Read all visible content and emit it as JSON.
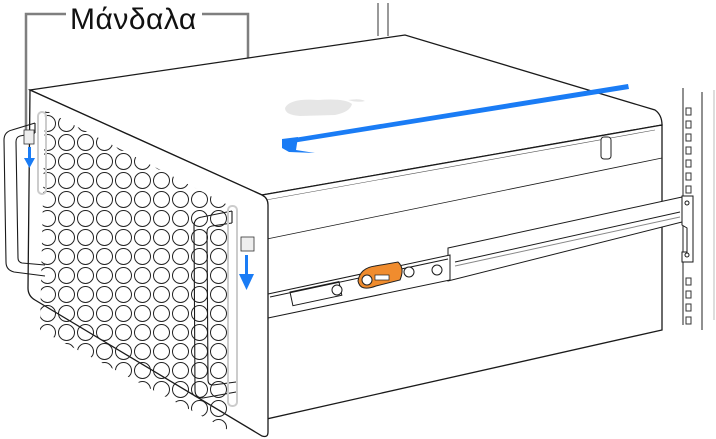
{
  "diagram": {
    "callout_label": "Μάνδαλα",
    "callout_targets": [
      "left-latch",
      "right-latch"
    ],
    "colors": {
      "arrow": "#1a7cf5",
      "latch_release": "#f08c2e",
      "outline": "#1a1a1a",
      "callout_line": "#7f7f7f",
      "logo": "#e6e6e6"
    },
    "icons": [
      "slide-direction-arrow",
      "latch-down-arrow-left",
      "latch-down-arrow-right",
      "apple-logo",
      "rail-release-tab"
    ]
  }
}
